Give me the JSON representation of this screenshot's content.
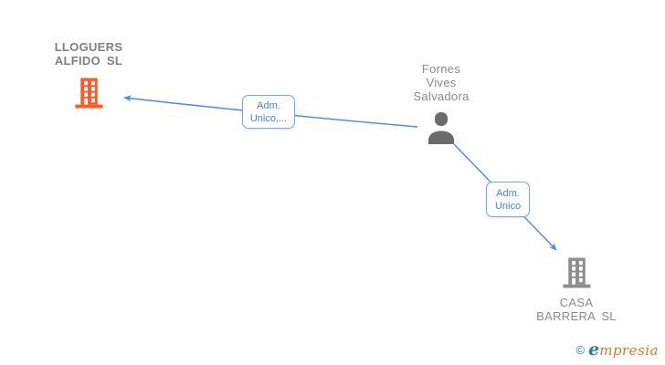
{
  "diagram": {
    "nodes": [
      {
        "id": "lloguers-alfido",
        "type": "company",
        "label": "LLOGUERS ALFIDO SL",
        "label_lines": [
          "LLOGUERS",
          "ALFIDO SL"
        ],
        "icon": "building-icon",
        "icon_color": "#fb5a2a",
        "emphasis": "bold"
      },
      {
        "id": "fornes-vives-salvadora",
        "type": "person",
        "label": "Fornes Vives Salvadora",
        "label_lines": [
          "Fornes",
          "Vives",
          "Salvadora"
        ],
        "icon": "person-icon",
        "icon_color": "#6b6b6b"
      },
      {
        "id": "casa-barrera",
        "type": "company",
        "label": "CASA BARRERA SL",
        "label_lines": [
          "CASA",
          "BARRERA SL"
        ],
        "icon": "building-icon",
        "icon_color": "#8d8d8d"
      }
    ],
    "edges": [
      {
        "from": "fornes-vives-salvadora",
        "to": "lloguers-alfido",
        "label": "Adm. Unico,...",
        "label_lines": [
          "Adm.",
          "Unico,..."
        ]
      },
      {
        "from": "fornes-vives-salvadora",
        "to": "casa-barrera",
        "label": "Adm. Unico",
        "label_lines": [
          "Adm.",
          "Unico"
        ]
      }
    ],
    "colors": {
      "edge": "#4c86ec",
      "edge_label_text": "#3f83ee",
      "edge_label_border": "#78a4f1",
      "node_text": "#8a8a8a"
    }
  },
  "watermark": {
    "copyright": "©",
    "brand_initial": "e",
    "brand_rest": "mpresia",
    "teal": "#1a8693",
    "orange": "#e0742a"
  }
}
